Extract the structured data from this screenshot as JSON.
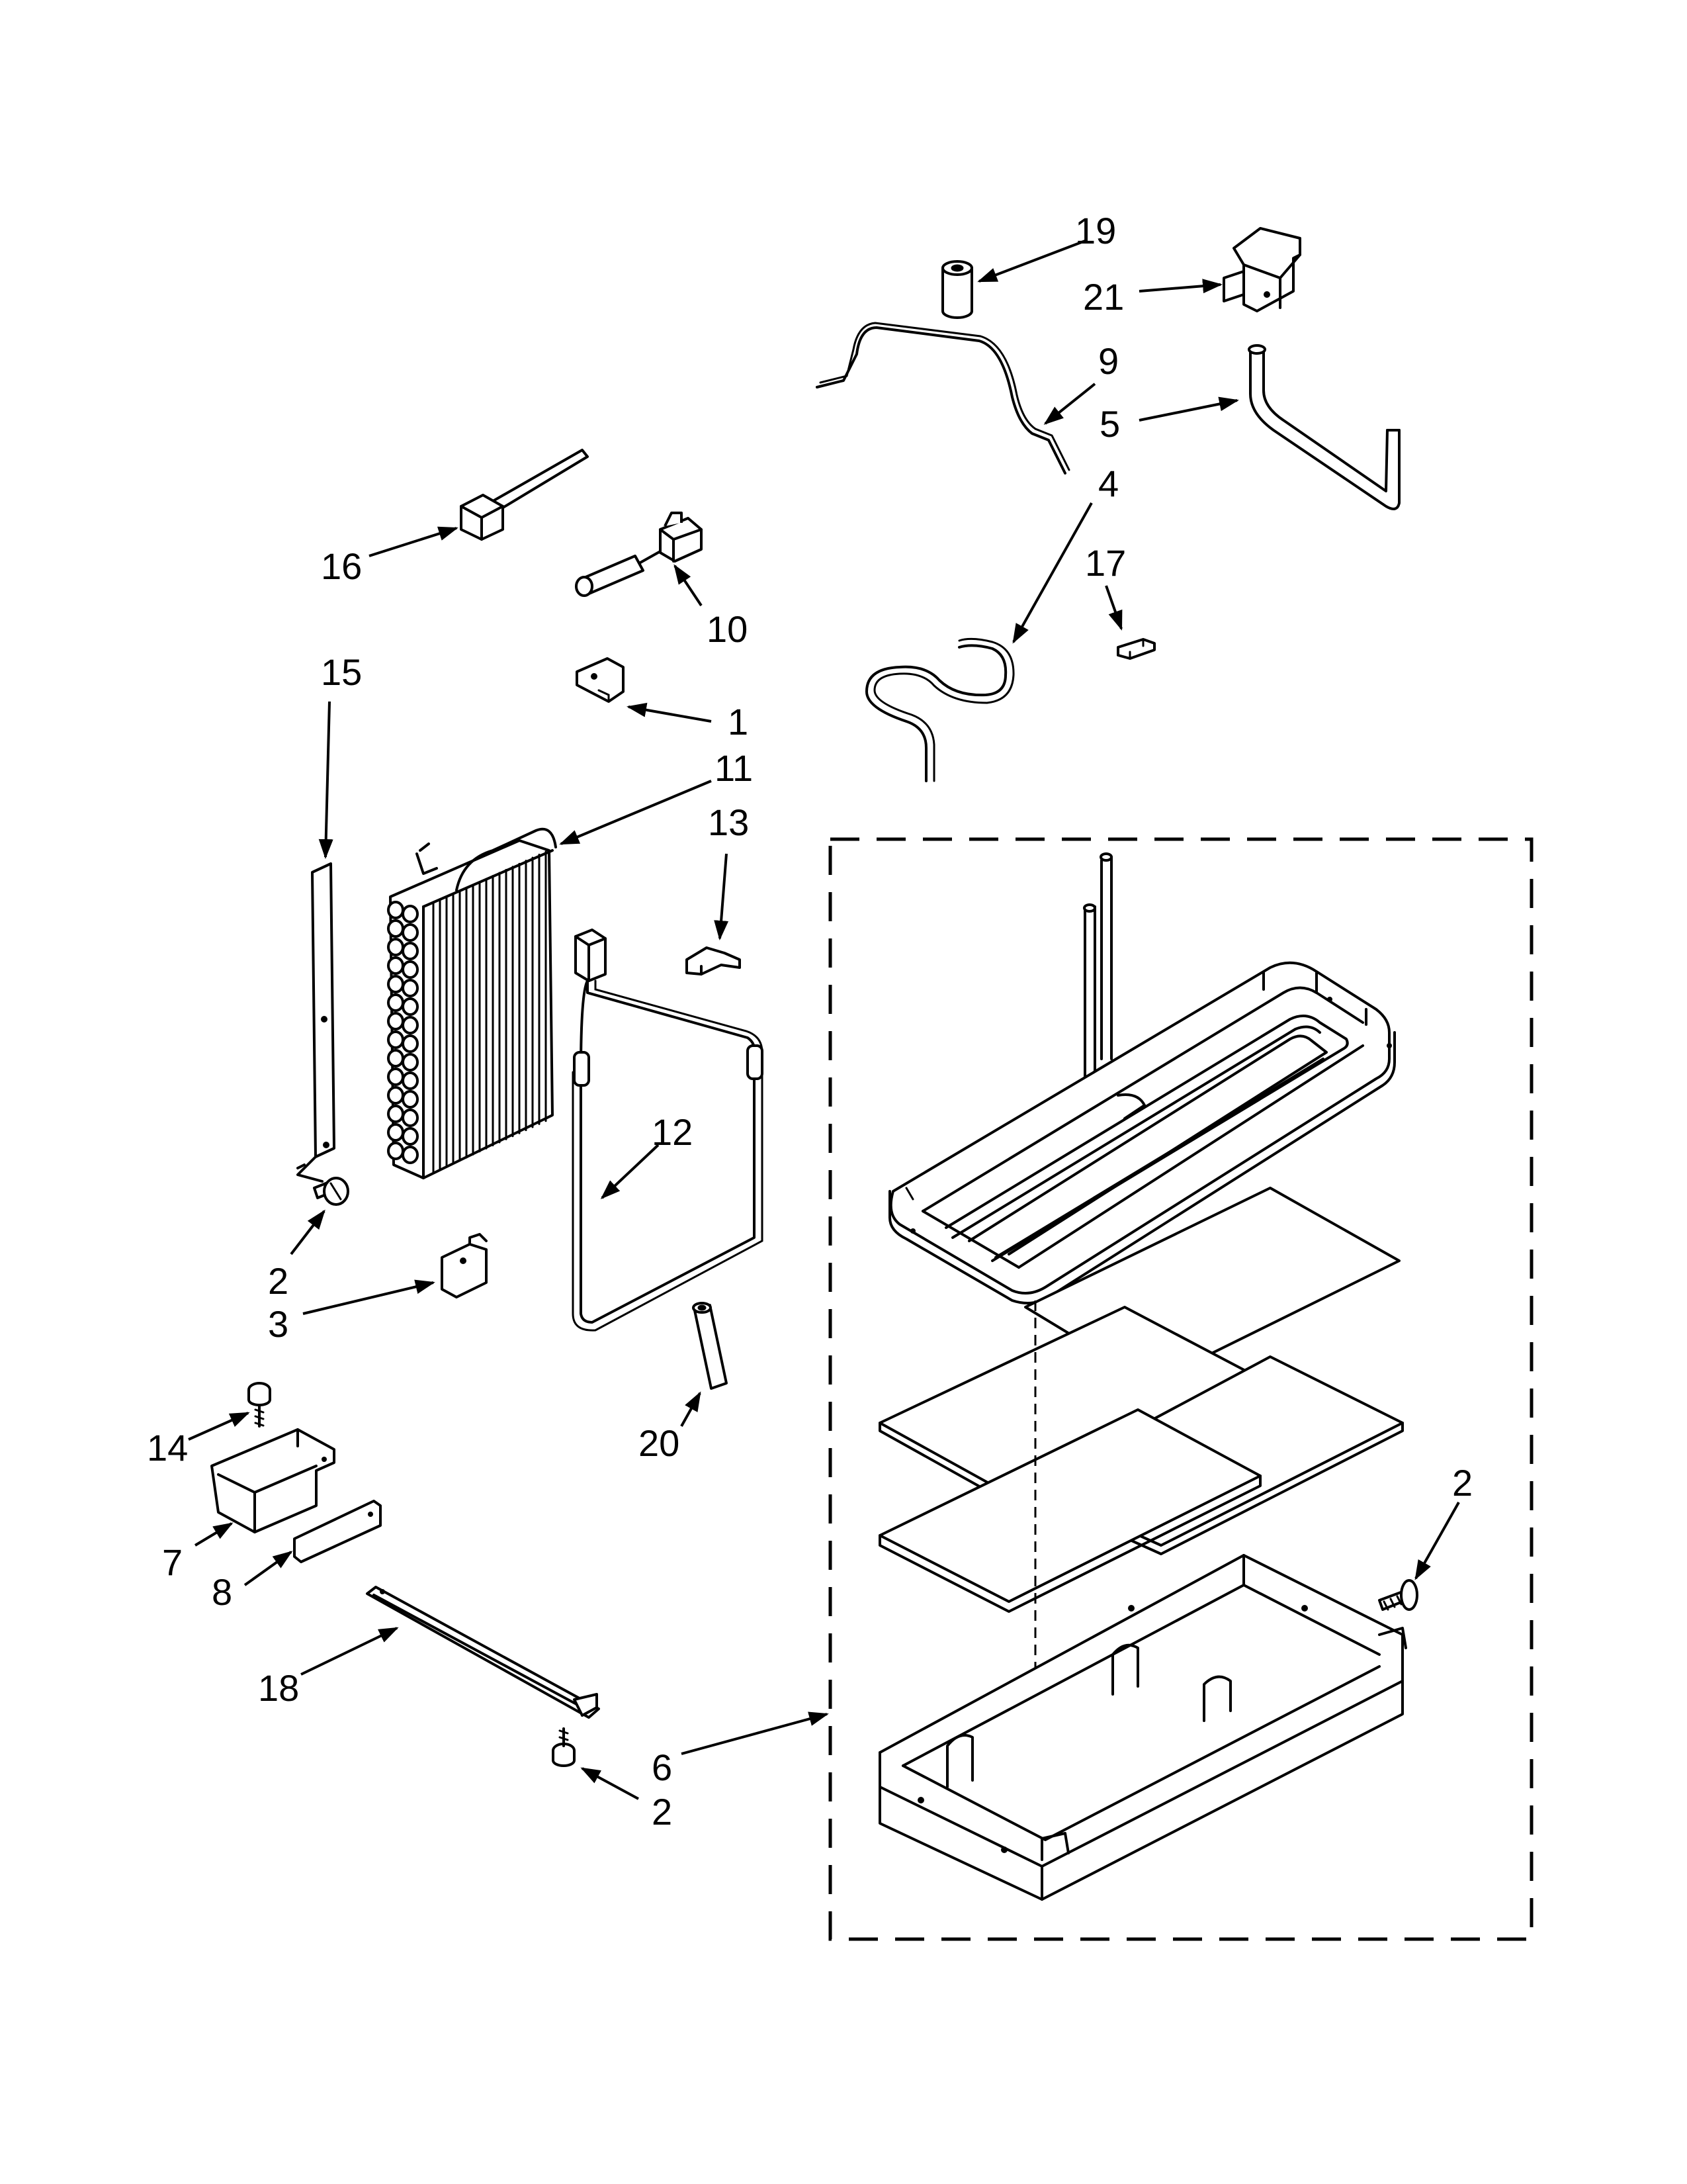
{
  "callouts": [
    {
      "id": "19",
      "label": "19"
    },
    {
      "id": "21",
      "label": "21"
    },
    {
      "id": "9",
      "label": "9"
    },
    {
      "id": "5",
      "label": "5"
    },
    {
      "id": "4",
      "label": "4"
    },
    {
      "id": "17",
      "label": "17"
    },
    {
      "id": "16",
      "label": "16"
    },
    {
      "id": "10",
      "label": "10"
    },
    {
      "id": "1",
      "label": "1"
    },
    {
      "id": "15",
      "label": "15"
    },
    {
      "id": "11",
      "label": "11"
    },
    {
      "id": "13",
      "label": "13"
    },
    {
      "id": "12",
      "label": "12"
    },
    {
      "id": "2a",
      "label": "2"
    },
    {
      "id": "3",
      "label": "3"
    },
    {
      "id": "20",
      "label": "20"
    },
    {
      "id": "14",
      "label": "14"
    },
    {
      "id": "7",
      "label": "7"
    },
    {
      "id": "8",
      "label": "8"
    },
    {
      "id": "18",
      "label": "18"
    },
    {
      "id": "6",
      "label": "6"
    },
    {
      "id": "2b",
      "label": "2"
    },
    {
      "id": "2c",
      "label": "2"
    }
  ]
}
